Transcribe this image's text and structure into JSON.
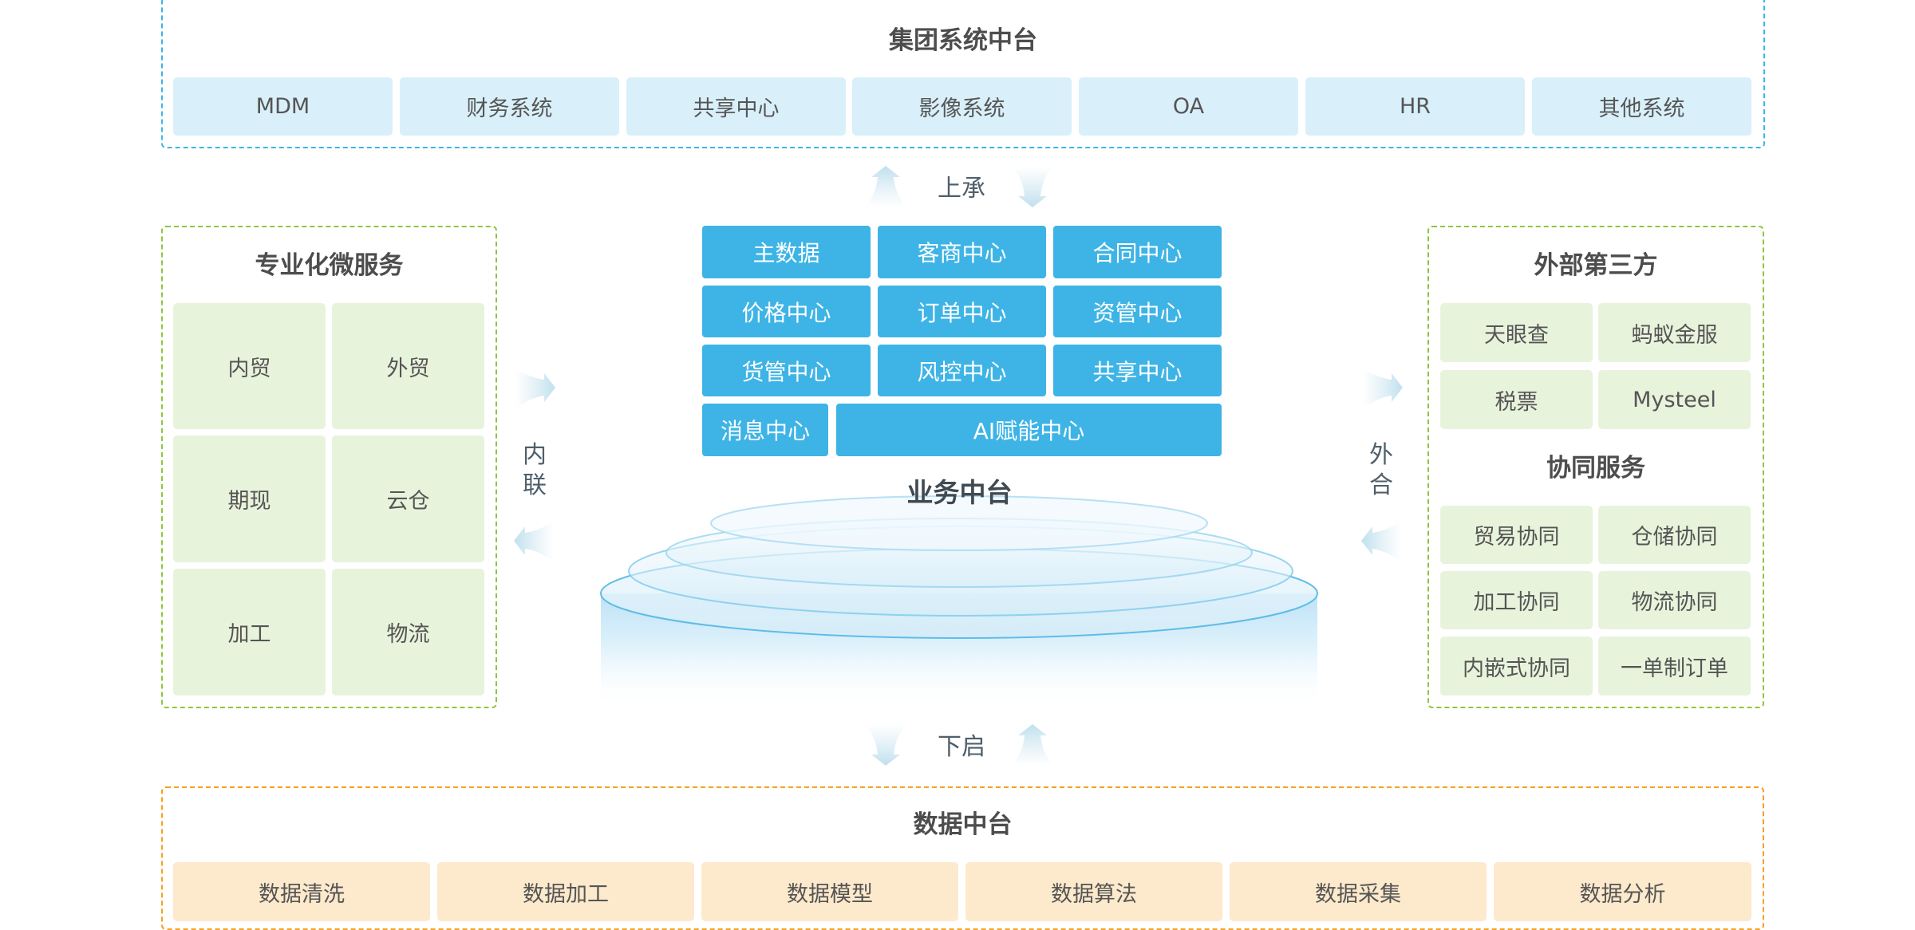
{
  "group_platform": {
    "title": "集团系统中台",
    "items": [
      "MDM",
      "财务系统",
      "共享中心",
      "影像系统",
      "OA",
      "HR",
      "其他系统"
    ]
  },
  "connectors": {
    "upper": "上承",
    "lower": "下启",
    "inner": [
      "内",
      "联"
    ],
    "outer": [
      "外",
      "合"
    ]
  },
  "micro_services": {
    "title": "专业化微服务",
    "items": [
      "内贸",
      "外贸",
      "期现",
      "云仓",
      "加工",
      "物流"
    ]
  },
  "business_platform": {
    "title": "业务中台",
    "grid": [
      [
        "主数据",
        "客商中心",
        "合同中心"
      ],
      [
        "价格中心",
        "订单中心",
        "资管中心"
      ],
      [
        "货管中心",
        "风控中心",
        "共享中心"
      ]
    ],
    "last_row": [
      "消息中心",
      "AI赋能中心"
    ]
  },
  "external": {
    "third_party_title": "外部第三方",
    "third_party_items": [
      "天眼查",
      "蚂蚁金服",
      "税票",
      "Mysteel"
    ],
    "collab_title": "协同服务",
    "collab_items": [
      "贸易协同",
      "仓储协同",
      "加工协同",
      "物流协同",
      "内嵌式协同",
      "一单制订单"
    ]
  },
  "data_platform": {
    "title": "数据中台",
    "items": [
      "数据清洗",
      "数据加工",
      "数据模型",
      "数据算法",
      "数据采集",
      "数据分析"
    ]
  },
  "colors": {
    "blue_border": "#3db5e6",
    "blue_cell": "#d9f0fa",
    "blue_solid": "#3eb4e6",
    "green_border": "#8cc63f",
    "green_cell": "#e8f3dc",
    "orange_border": "#f5a01f",
    "orange_cell": "#fde9cc"
  }
}
